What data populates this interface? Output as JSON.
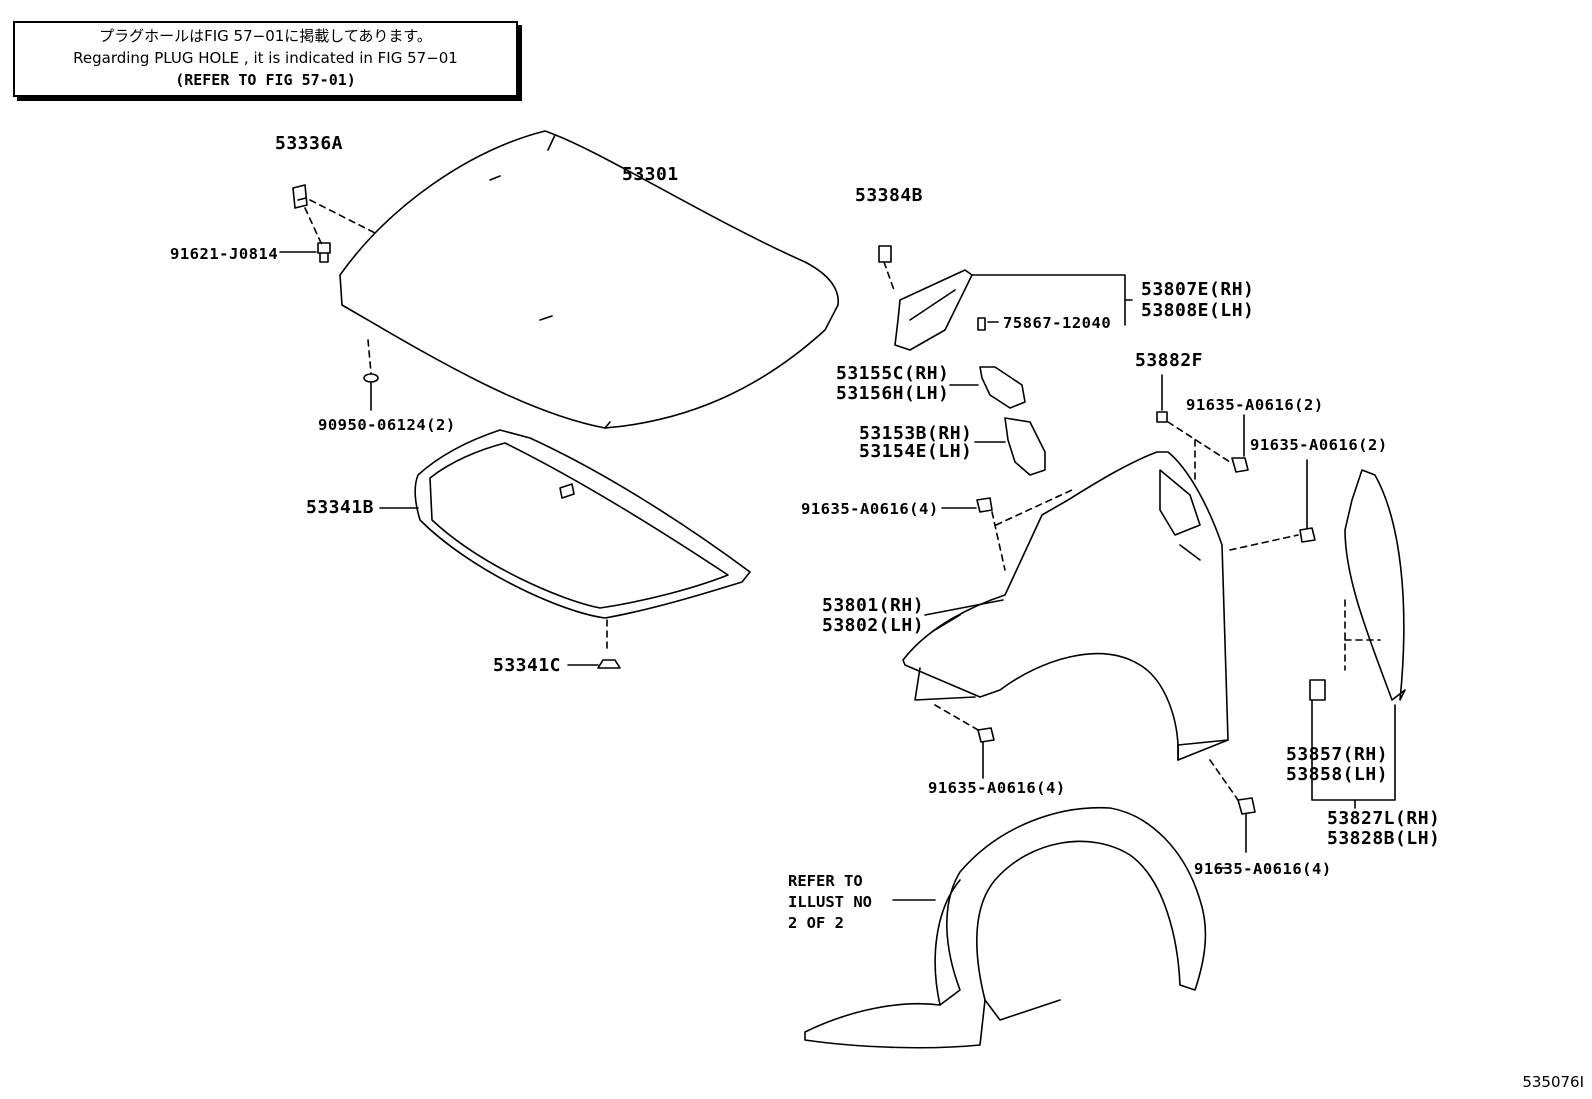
{
  "note": {
    "line1": "プラグホールはFIG 57−01に掲載してあります。",
    "line2": "Regarding PLUG HOLE , it is indicated in FIG 57−01",
    "line3": "(REFER TO FIG 57-01)"
  },
  "labels": {
    "p53336A": "53336A",
    "p53301": "53301",
    "p91621": "91621-J0814",
    "p90950": "90950-06124(2)",
    "p53341B": "53341B",
    "p53341C": "53341C",
    "p53384B": "53384B",
    "p53807E": "53807E(RH)",
    "p53808E": "53808E(LH)",
    "p75867": "75867-12040",
    "p53155C": "53155C(RH)",
    "p53156H": "53156H(LH)",
    "p53153B": "53153B(RH)",
    "p53154E": "53154E(LH)",
    "p53882F": "53882F",
    "p91635a": "91635-A0616(2)",
    "p91635b": "91635-A0616(2)",
    "p91635c": "91635-A0616(4)",
    "p53801": "53801(RH)",
    "p53802": "53802(LH)",
    "p91635d": "91635-A0616(4)",
    "p91635e": "91635-A0616(4)",
    "p53857": "53857(RH)",
    "p53858": "53858(LH)",
    "p53827L": "53827L(RH)",
    "p53828B": "53828B(LH)"
  },
  "refer_note": "REFER TO\nILLUST NO\n2 OF 2",
  "diagram_code": "535076I"
}
